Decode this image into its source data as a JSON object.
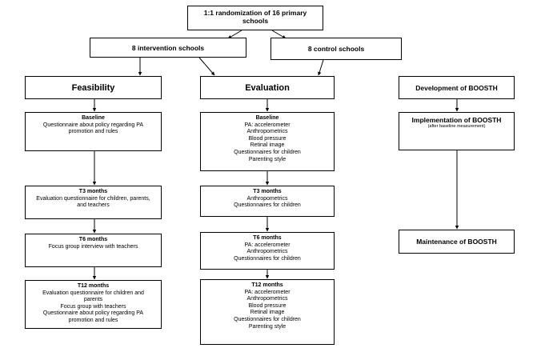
{
  "top": {
    "randomization": "1:1 randomization of 16 primary schools",
    "intervention": "8 intervention schools",
    "control": "8 control schools"
  },
  "columns": {
    "feasibility": "Feasibility",
    "evaluation": "Evaluation",
    "development": "Development of BOOSTH",
    "implementation": "Implementation of BOOSTH",
    "implementation_note": "(after baseline measurement)",
    "maintenance": "Maintenance of BOOSTH"
  },
  "feasibility": {
    "baseline": {
      "title": "Baseline",
      "lines": [
        "Questionnaire about policy regarding PA",
        "promotion and rules"
      ]
    },
    "t3": {
      "title": "T3 months",
      "lines": [
        "Evaluation questionnaire for children, parents,",
        "and teachers"
      ]
    },
    "t6": {
      "title": "T6 months",
      "lines": [
        "Focus group interview with teachers"
      ]
    },
    "t12": {
      "title": "T12 months",
      "lines": [
        "Evaluation questionnaire for children and",
        "parents",
        "Focus group with teachers",
        "Questionnaire about policy regarding PA",
        "promotion and rules"
      ]
    }
  },
  "evaluation": {
    "baseline": {
      "title": "Baseline",
      "lines": [
        "PA: accelerometer",
        "Anthropometrics",
        "Blood pressure",
        "Retinal image",
        "Questionnaires for children",
        "Parenting style"
      ]
    },
    "t3": {
      "title": "T3 months",
      "lines": [
        "Anthropometrics",
        "Questionnaires for children"
      ]
    },
    "t6": {
      "title": "T6 months",
      "lines": [
        "PA: accelerometer",
        "Anthropometrics",
        "Questionnaires for children"
      ]
    },
    "t12": {
      "title": "T12 months",
      "lines": [
        "PA: accelerometer",
        "Anthropometrics",
        "Blood pressure",
        "Retinal image",
        "Questionnaires for children",
        "Parenting style"
      ]
    }
  },
  "colors": {
    "line": "#000000",
    "box_border": "#000000",
    "background": "#ffffff"
  }
}
